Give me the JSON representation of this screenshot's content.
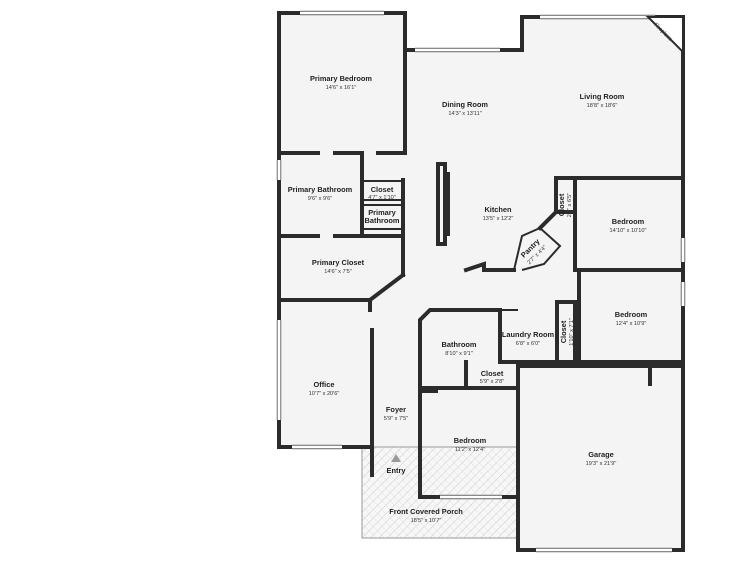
{
  "rooms": {
    "primary_bedroom": {
      "name": "Primary Bedroom",
      "dim": "14'6\" x 16'1\""
    },
    "dining_room": {
      "name": "Dining Room",
      "dim": "14'3\" x 13'11\""
    },
    "living_room": {
      "name": "Living Room",
      "dim": "18'8\" x 18'6\""
    },
    "fireplace": {
      "name": "Fireplace"
    },
    "primary_bathroom": {
      "name": "Primary Bathroom",
      "dim": "9'6\" x 9'6\""
    },
    "closet_primary": {
      "name": "Closet",
      "dim": "4'7\" x 1'10\""
    },
    "primary_bathroom_small": {
      "name": "Primary",
      "name2": "Bathroom"
    },
    "kitchen": {
      "name": "Kitchen",
      "dim": "13'5\" x 12'2\""
    },
    "closet_bedroom1": {
      "name": "Closet",
      "dim": "2'0\" x 6'5\""
    },
    "bedroom1": {
      "name": "Bedroom",
      "dim": "14'10\" x 10'10\""
    },
    "pantry": {
      "name": "Pantry",
      "dim": "2'7\" x 4'4\""
    },
    "primary_closet": {
      "name": "Primary Closet",
      "dim": "14'6\" x 7'5\""
    },
    "bedroom2": {
      "name": "Bedroom",
      "dim": "12'4\" x 10'9\""
    },
    "bathroom": {
      "name": "Bathroom",
      "dim": "8'10\" x 9'1\""
    },
    "laundry_room": {
      "name": "Laundry Room",
      "dim": "6'8\" x 6'0\""
    },
    "closet_bedroom2": {
      "name": "Closet",
      "dim": "1'10\" x 7'1\""
    },
    "office": {
      "name": "Office",
      "dim": "10'7\" x 20'6\""
    },
    "closet_hall": {
      "name": "Closet",
      "dim": "5'9\" x 2'8\""
    },
    "foyer": {
      "name": "Foyer",
      "dim": "5'9\" x 7'5\""
    },
    "bedroom3": {
      "name": "Bedroom",
      "dim": "11'2\" x 12'4\""
    },
    "garage": {
      "name": "Garage",
      "dim": "19'3\" x 21'9\""
    },
    "entry": {
      "name": "Entry"
    },
    "front_porch": {
      "name": "Front Covered Porch",
      "dim": "18'5\" x 10'7\""
    }
  },
  "colors": {
    "wall": "#2b2b2b",
    "floor": "#f4f4f4",
    "background": "#ffffff",
    "hatch": "#c8c8c8"
  }
}
